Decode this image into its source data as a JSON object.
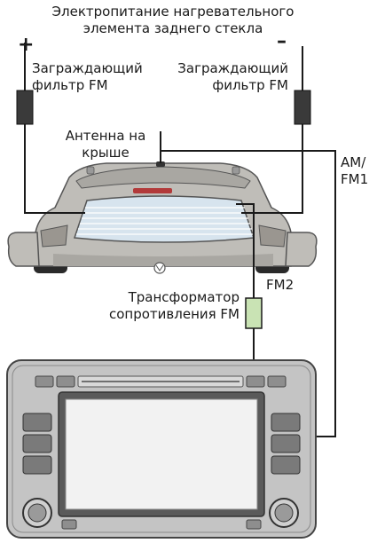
{
  "labels": {
    "title_line1": "Электропитание нагревательного",
    "title_line2": "элемента заднего стекла",
    "plus_sign": "+",
    "minus_sign": "–",
    "filter_left_line1": "Заграждающий",
    "filter_left_line2": "фильтр FM",
    "filter_right_line1": "Заграждающий",
    "filter_right_line2": "фильтр FM",
    "antenna_line1": "Антенна на",
    "antenna_line2": "крыше",
    "am_fm1_line1": "AM/",
    "am_fm1_line2": "FM1",
    "fm2": "FM2",
    "transformer_line1": "Трансформатор",
    "transformer_line2": "сопротивления FM"
  },
  "colors": {
    "wire": "#1a1a1a",
    "filter": "#3a3a3a",
    "transformer": "#c9e3b4",
    "car_body": "#bfbdb8",
    "glass": "#d7e4ee",
    "tail_light": "#b23a3a",
    "radio_body": "#c4c4c4",
    "radio_screen": "#f2f2f2"
  }
}
